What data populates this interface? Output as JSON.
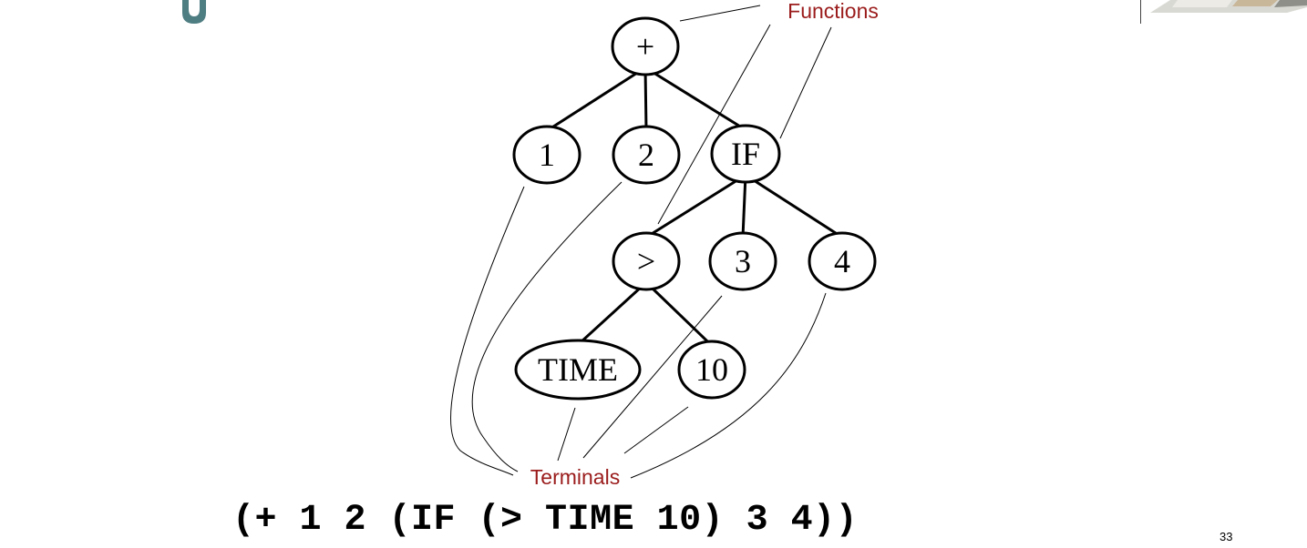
{
  "tree": {
    "nodes": [
      {
        "id": "plus",
        "label": "+",
        "role": "function"
      },
      {
        "id": "one",
        "label": "1",
        "role": "terminal"
      },
      {
        "id": "two",
        "label": "2",
        "role": "terminal"
      },
      {
        "id": "if",
        "label": "IF",
        "role": "function"
      },
      {
        "id": "gt",
        "label": ">",
        "role": "function"
      },
      {
        "id": "three",
        "label": "3",
        "role": "terminal"
      },
      {
        "id": "four",
        "label": "4",
        "role": "terminal"
      },
      {
        "id": "time",
        "label": "TIME",
        "role": "terminal"
      },
      {
        "id": "ten",
        "label": "10",
        "role": "terminal"
      }
    ],
    "edges": [
      [
        "plus",
        "one"
      ],
      [
        "plus",
        "two"
      ],
      [
        "plus",
        "if"
      ],
      [
        "if",
        "gt"
      ],
      [
        "if",
        "three"
      ],
      [
        "if",
        "four"
      ],
      [
        "gt",
        "time"
      ],
      [
        "gt",
        "ten"
      ]
    ]
  },
  "callouts": {
    "functions_label": "Functions",
    "terminals_label": "Terminals"
  },
  "expression": "(+ 1 2 (IF (> TIME 10) 3 4))",
  "slide_number": "33",
  "colors": {
    "title_fragment": "#4e7d82",
    "callout_text": "#9b1c1c",
    "ink": "#000000"
  }
}
